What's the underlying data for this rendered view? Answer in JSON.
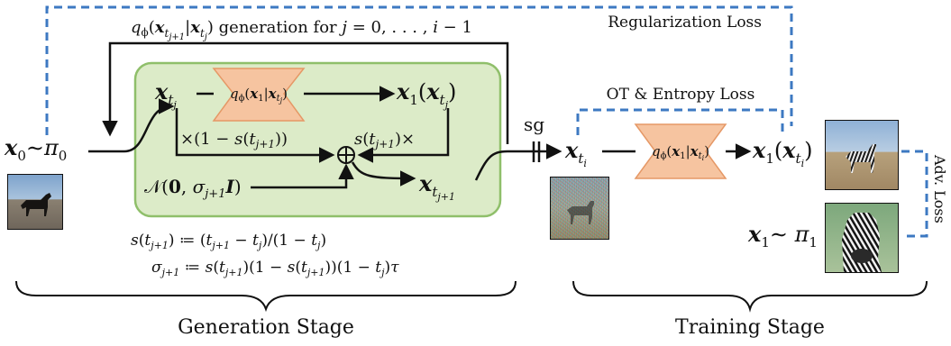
{
  "colors": {
    "green_fill": "#dcebc8",
    "green_stroke": "#8fbf6a",
    "orange_fill": "#f6c4a0",
    "orange_stroke": "#e59866",
    "blue_dashed": "#3d79c2",
    "ink": "#111111"
  },
  "top_label": "q_ϕ(x_{t_{j+1}} | x_{t_j}) generation for j = 0, …, i − 1",
  "top_label_parts": {
    "q": "q",
    "phi": "ϕ",
    "arg": "(",
    "x1": "x",
    "sub1": "t",
    "sub1b": "j+1",
    "bar": " | ",
    "x2": "x",
    "sub2": "t",
    "sub2b": "j",
    "close": ")",
    "rest": " generation for ",
    "j_range": "j = 0, . . . , i − 1"
  },
  "regularization_loss": "Regularization Loss",
  "ot_entropy_loss": "OT & Entropy Loss",
  "adv_loss": "Adv. Loss",
  "sg_label": "sg",
  "generation": {
    "x0_pi0": "x₀∼π₀",
    "xtj": "x_{t_j}",
    "q_block": "q_ϕ(x₁|x_{t_j})",
    "x1_of_xtj": "x₁(x_{t_j})",
    "one_minus_s": "×(1 − s(t_{j+1}))",
    "s_times": "s(t_{j+1})×",
    "oplus": "⊕",
    "noise": "𝒩(0, σ_{j+1} I)",
    "xtj1": "x_{t_{j+1}}"
  },
  "training": {
    "xti": "x_{t_i}",
    "q_block": "q_ϕ(x₁|x_{t_i})",
    "x1_of_xti": "x₁(x_{t_i})",
    "x1_pi1": "x₁∼π₁"
  },
  "formulas": {
    "s_def": "s(t_{j+1}) ≔ (t_{j+1} − t_j)/(1 − t_j)",
    "sigma_def": "σ_{j+1} ≔ s(t_{j+1})(1 − s(t_{j+1}))(1 − t_j)τ"
  },
  "stage_labels": {
    "generation": "Generation Stage",
    "training": "Training Stage"
  },
  "images": {
    "horse": "horse-photo",
    "noisy_zebra": "noisy-zebra-photo",
    "zebra_generated": "generated-zebra-photo",
    "zebra_real": "real-zebra-photo"
  }
}
